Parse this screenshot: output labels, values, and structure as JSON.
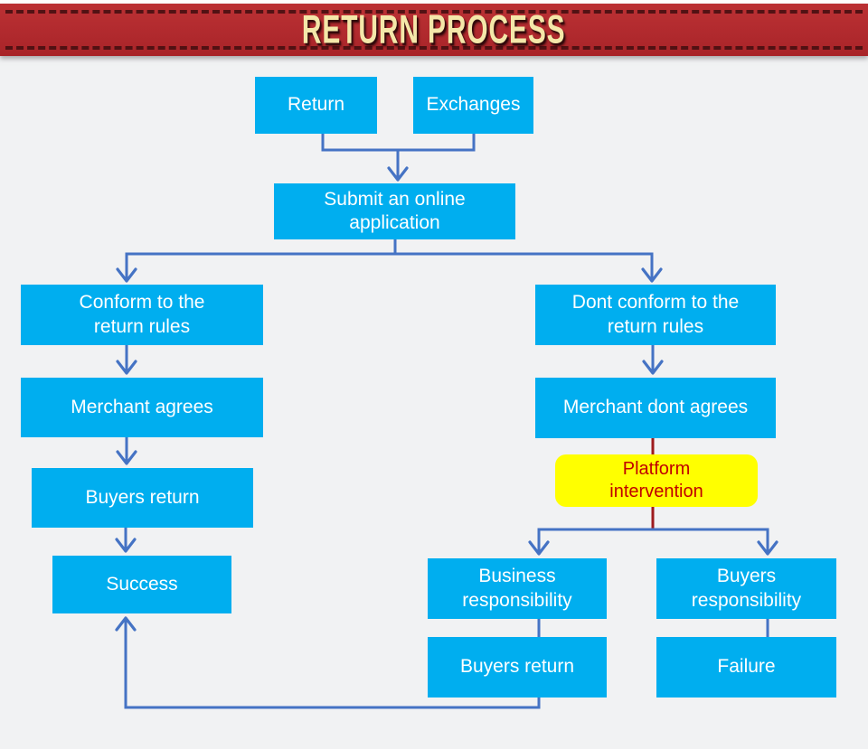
{
  "header": {
    "title": "RETURN PROCESS",
    "background_color": "#b12a2e",
    "title_color": "#f4e7a9",
    "dash_color": "#4a1012"
  },
  "colors": {
    "page_background": "#f1f2f3",
    "node_fill": "#00aeef",
    "node_text": "#ffffff",
    "connector_blue": "#4573c4",
    "connector_red": "#9e1b1e",
    "highlight_fill": "#ffff00",
    "highlight_text": "#c00000"
  },
  "nodes": {
    "return": {
      "label": "Return"
    },
    "exchanges": {
      "label": "Exchanges"
    },
    "submit": {
      "label": "Submit an online application"
    },
    "conform": {
      "label": "Conform to the return rules"
    },
    "merchant_agrees": {
      "label": "Merchant agrees"
    },
    "buyers_return_left": {
      "label": "Buyers return"
    },
    "success": {
      "label": "Success"
    },
    "dont_conform": {
      "label": "Dont conform to the return rules"
    },
    "merchant_dont_agrees": {
      "label": "Merchant dont agrees"
    },
    "platform_intervention": {
      "label": "Platform intervention"
    },
    "business_responsibility": {
      "label": "Business responsibility"
    },
    "buyers_responsibility": {
      "label": "Buyers responsibility"
    },
    "buyers_return_bottom": {
      "label": "Buyers return"
    },
    "failure": {
      "label": "Failure"
    }
  },
  "edges": [
    {
      "from": "Return",
      "to": "Submit an online application"
    },
    {
      "from": "Exchanges",
      "to": "Submit an online application"
    },
    {
      "from": "Submit an online application",
      "to": "Conform to the return rules"
    },
    {
      "from": "Submit an online application",
      "to": "Dont conform to the return rules"
    },
    {
      "from": "Conform to the return rules",
      "to": "Merchant agrees"
    },
    {
      "from": "Merchant agrees",
      "to": "Buyers return"
    },
    {
      "from": "Buyers return",
      "to": "Success"
    },
    {
      "from": "Dont conform to the return rules",
      "to": "Merchant dont agrees"
    },
    {
      "from": "Merchant dont agrees",
      "to": "Platform intervention"
    },
    {
      "from": "Platform intervention",
      "to": "Business responsibility"
    },
    {
      "from": "Platform intervention",
      "to": "Buyers responsibility"
    },
    {
      "from": "Business responsibility",
      "to": "Buyers return"
    },
    {
      "from": "Buyers responsibility",
      "to": "Failure"
    },
    {
      "from": "Buyers return (bottom)",
      "to": "Success"
    }
  ]
}
